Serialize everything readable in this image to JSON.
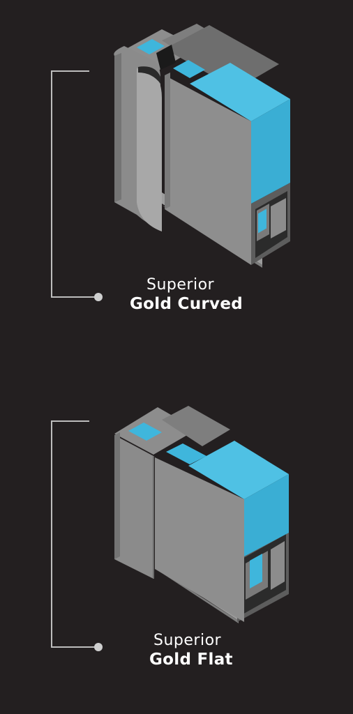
{
  "colors": {
    "background": "#231f20",
    "glass": "#3fb6dc",
    "frame_light": "#8a8a8a",
    "frame_dark": "#6f6f6f",
    "bracket": "#bdbdbd"
  },
  "products": [
    {
      "line1": "Superior",
      "line2": "Gold Curved",
      "variant": "curved"
    },
    {
      "line1": "Superior",
      "line2": "Gold Flat",
      "variant": "flat"
    }
  ]
}
